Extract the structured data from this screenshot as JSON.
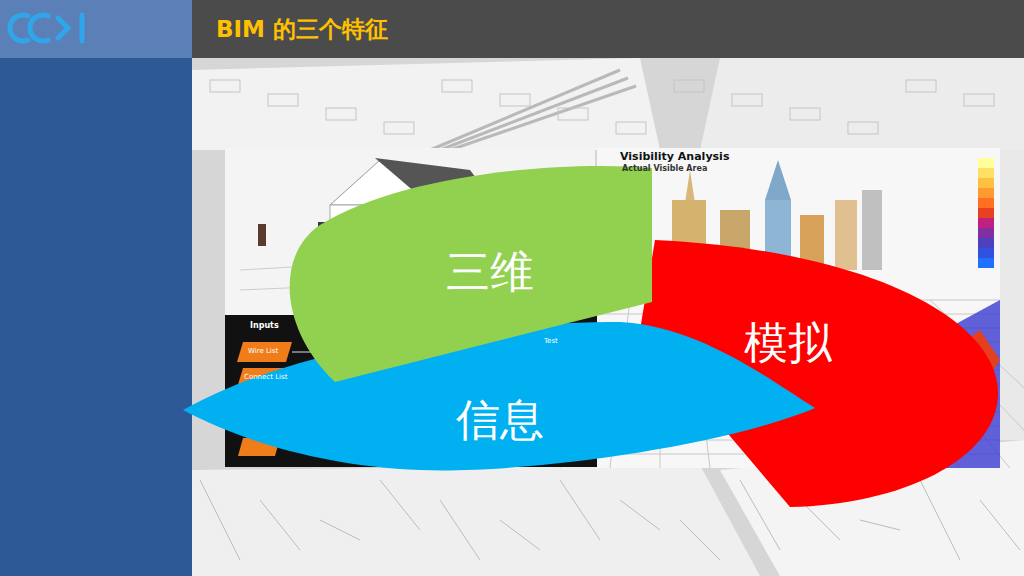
{
  "diagram": {
    "title": "BIM 的三个特征",
    "nodes": [
      {
        "text": [
          "三维"
        ]
      },
      {
        "text": [
          "模拟"
        ]
      },
      {
        "text": [
          "信息"
        ]
      }
    ],
    "labels": [
      "Visibility Analysis",
      "Actual Visible Area",
      "Inputs",
      "Wire List",
      "Connect List",
      "Test"
    ]
  }
}
